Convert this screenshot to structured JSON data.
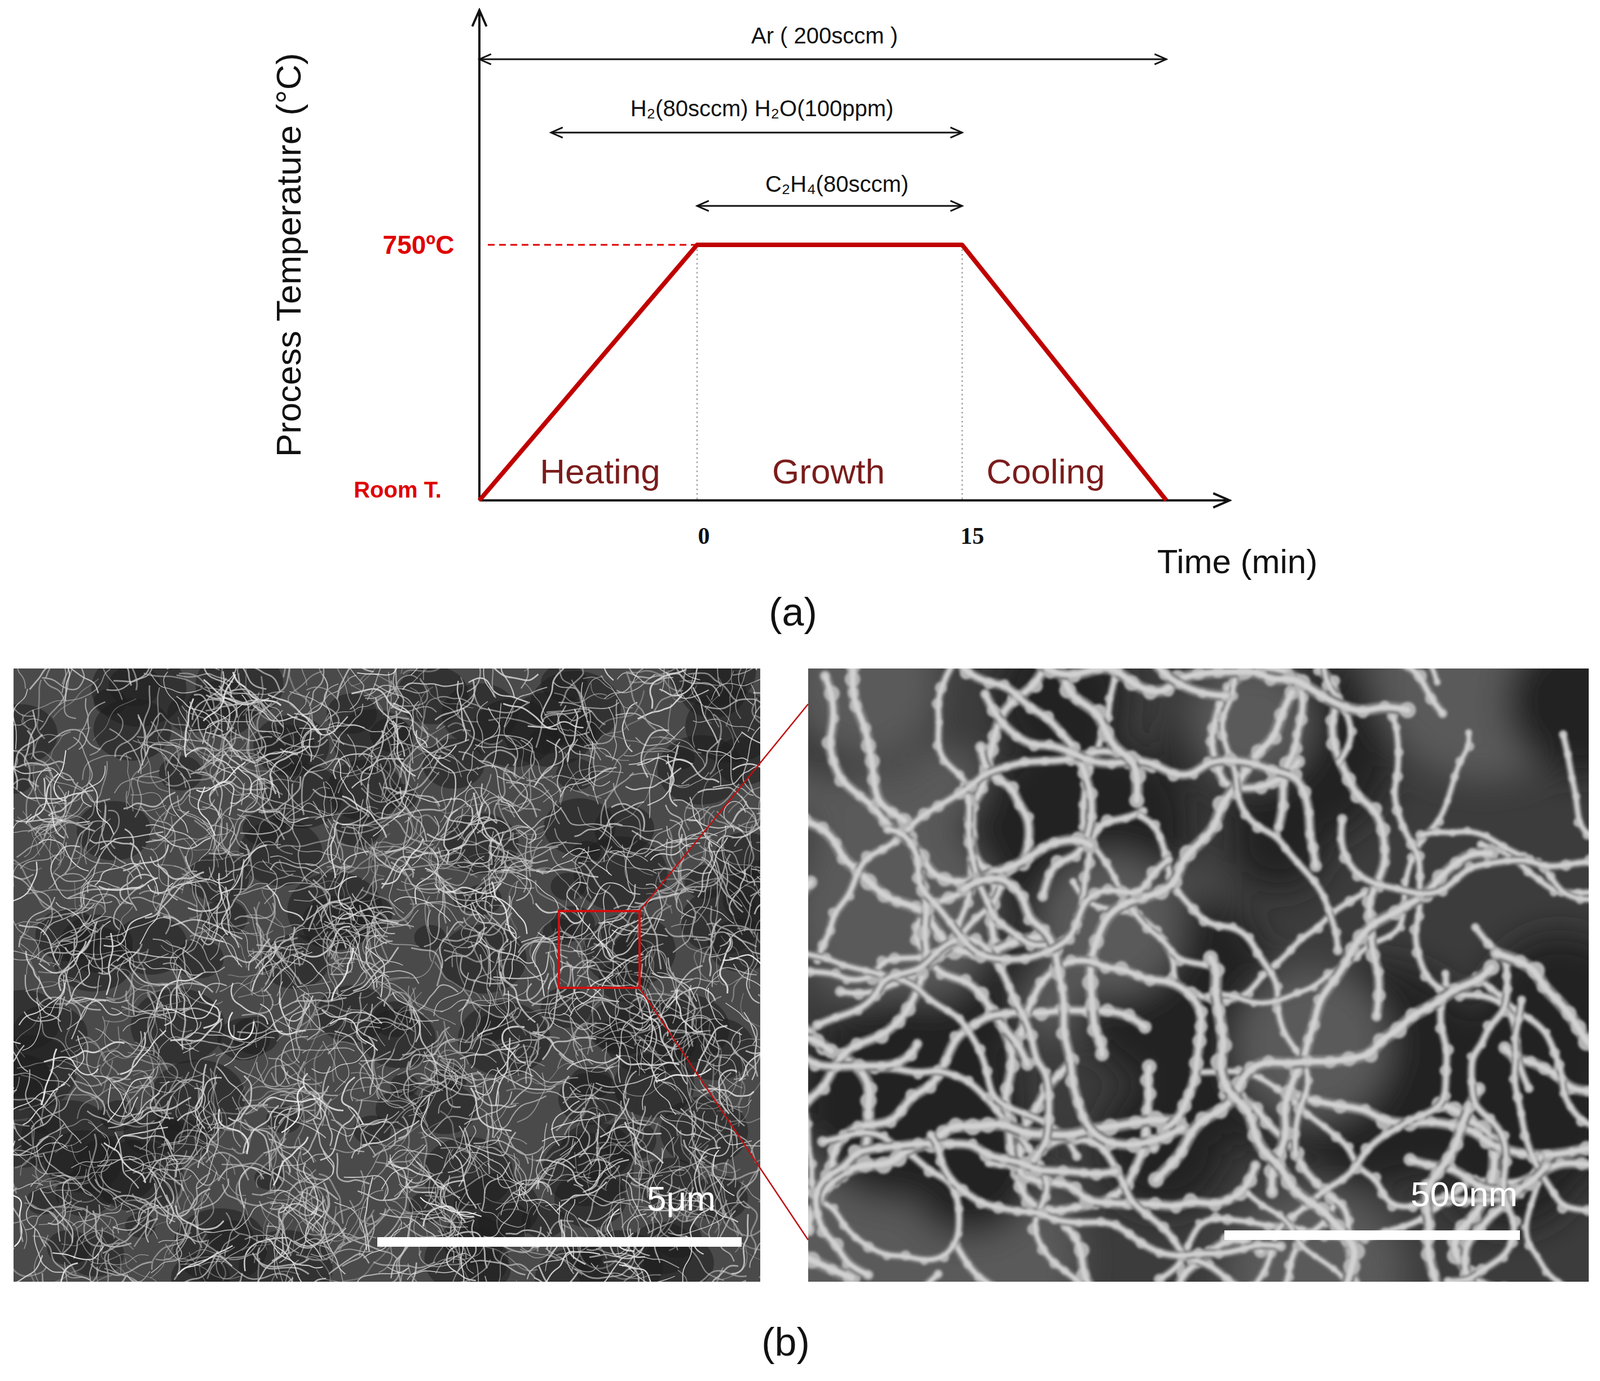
{
  "diagram": {
    "labels": [
      "Ar ( 200sccm )",
      "H₂(80sccm) H₂O(100ppm)",
      "C₂H₄(80sccm)",
      "750ºC",
      "Room T.",
      "Heating",
      "Growth",
      "Cooling",
      "0",
      "15",
      "Time (min)",
      "Process Temperature (°C)",
      "(a)",
      "5μm",
      "500nm",
      "(b)"
    ]
  }
}
